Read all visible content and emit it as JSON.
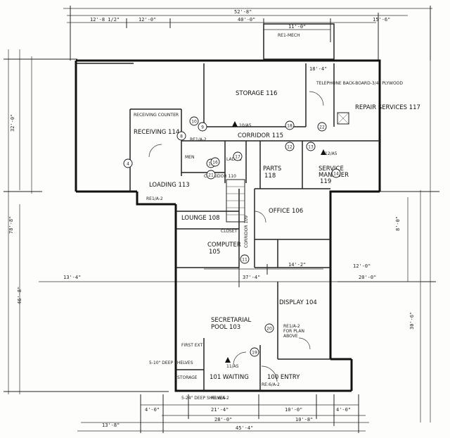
{
  "rooms": {
    "storage": "STORAGE 116",
    "receiving": "RECEIVING 114",
    "receiving_counter": "RECEIVING COUNTER",
    "corridor115": "CORRIDOR 115",
    "repair": "REPAIR SERVICES 117",
    "service_mgr_a": "SERVICE",
    "service_mgr_b": "MANAGER",
    "service_mgr_c": "119",
    "parts_a": "PARTS",
    "parts_b": "118",
    "loading": "LOADING 113",
    "men": "MEN",
    "ladies": "LADIES",
    "corridor110": "CORRIDOR 110",
    "lounge": "LOUNGE 108",
    "closet": "CLOSET",
    "office": "OFFICE 106",
    "computer_a": "COMPUTER",
    "computer_b": "105",
    "corridor109": "CORRIDOR 109",
    "display": "DISPLAY 104",
    "secretarial_a": "SECRETARIAL",
    "secretarial_b": "POOL 103",
    "waiting": "101 WAITING",
    "entry": "100 ENTRY",
    "storage_small": "STORAGE",
    "first_aid": "FIRST EXT",
    "phone": "TELEPHONE BACK-BOARD-3/4\" PLYWOOD",
    "rel_plan_a": "RE1/A-2",
    "rel_plan_b": "FOR PLAN",
    "rel_plan_c": "ABOVE",
    "shelf1": "5-10\" DEEP SHELVES",
    "shelf2": "5-24\" DEEP SHELVES",
    "remech": "RE1-MECH"
  },
  "dims": {
    "d_top_total": "40'-0\"",
    "d_top_a": "12'-8 1/2\"",
    "d_top_b": "12'-0\"",
    "d_top_c": "15'-6\"",
    "d_top_d": "11'-0\"",
    "d_top_e": "18'-4\"",
    "d_top_overall": "52'-8\"",
    "d_left_a": "32'-0\"",
    "d_left_b": "78'-8\"",
    "d_left_c": "46'-8\"",
    "d_bot_a": "4'-0\"",
    "d_bot_b": "21'-4\"",
    "d_bot_c": "10'-0\"",
    "d_bot_d": "4'-0\"",
    "d_bot_e": "28'-0\"",
    "d_bot_f": "10'-8\"",
    "d_bot_g": "45'-4\"",
    "d_bot_h": "13'-8\"",
    "d_mid_a": "13'-4\"",
    "d_mid_b": "37'-4\"",
    "d_mid_c": "20'-0\"",
    "d_mid_d": "14'-2\"",
    "d_mid_e": "12'-0\"",
    "d_right_a": "8'-0\"",
    "d_right_b": "30'-6\""
  },
  "tags": {
    "t1": "10/A5",
    "t2": "11/A5",
    "t3": "12/A5",
    "t4": "RE1/A-2",
    "t5": "RE1/A-2",
    "t6": "RE:6/A-2",
    "t7": "RE:6/A-2"
  },
  "markers": [
    "4",
    "8",
    "9",
    "10",
    "11",
    "12",
    "13",
    "14",
    "15",
    "16",
    "17",
    "18",
    "19",
    "20",
    "21",
    "22"
  ]
}
